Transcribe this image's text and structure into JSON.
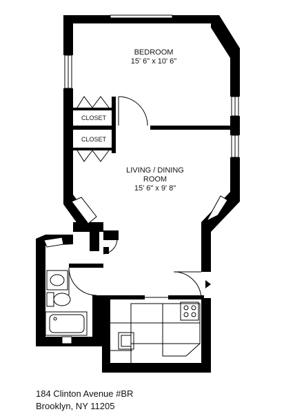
{
  "rooms": {
    "bedroom": {
      "name": "BEDROOM",
      "dimensions": "15' 6\" x 10' 6\""
    },
    "living": {
      "name_line1": "LIVING / DINING",
      "name_line2": "ROOM",
      "dimensions": "15' 6\" x 9' 8\""
    },
    "closet_upper": "CLOSET",
    "closet_lower": "CLOSET"
  },
  "address": {
    "line1": "184 Clinton Avenue #BR",
    "line2": "Brooklyn, NY 11205"
  },
  "colors": {
    "wall": "#000000",
    "fixture": "#333333",
    "window": "#888888"
  }
}
